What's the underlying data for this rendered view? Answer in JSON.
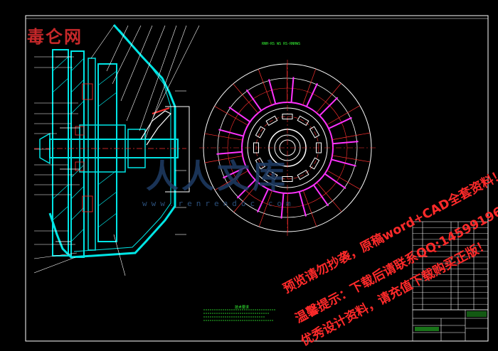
{
  "watermark": {
    "logo": "毒仑网",
    "site": "www.renrendoc.com",
    "brand": "人人文库",
    "lines": [
      "预览请勿抄袭，原稿word+CAD全套资料！",
      "温馨提示：下载后请联系QQ:1459919609",
      "优秀设计资料，请充值下载购买正版！"
    ]
  },
  "drawing": {
    "view_title": "RNH-RS WS RS-RNHWS",
    "note_title": "技术要求",
    "colors": {
      "background": "#000000",
      "outline": "#ffffff",
      "section": "#00e5e5",
      "centerline": "#ff3030",
      "friction": "#ff33ff",
      "notes": "#37ff37",
      "frame": "#ffffff"
    }
  }
}
